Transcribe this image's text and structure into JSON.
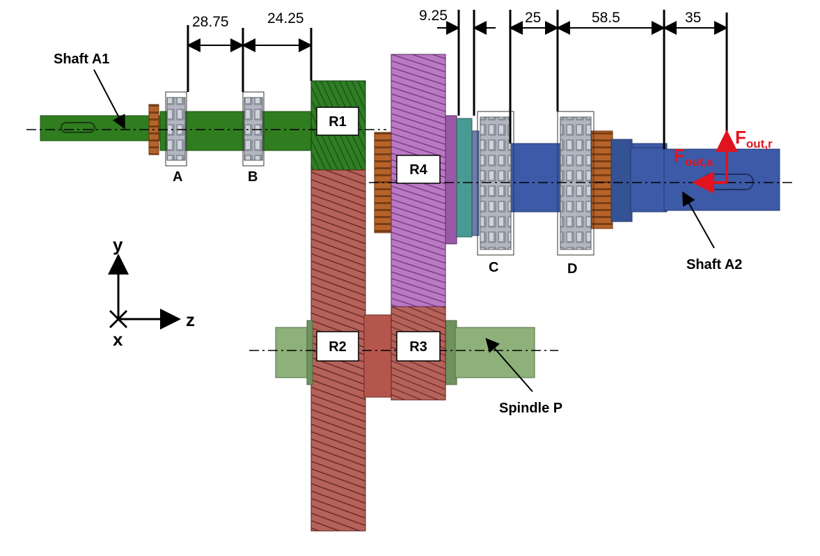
{
  "dimensions": {
    "ab": "28.75",
    "b_r1": "24.25",
    "r4_c": "9.25",
    "c_span": "25",
    "c_d": "58.5",
    "d_out": "35"
  },
  "labels": {
    "shaft_a1": "Shaft A1",
    "shaft_a2": "Shaft A2",
    "spindle_p": "Spindle P",
    "bearing_a": "A",
    "bearing_b": "B",
    "bearing_c": "C",
    "bearing_d": "D"
  },
  "gears": {
    "r1": "R1",
    "r2": "R2",
    "r3": "R3",
    "r4": "R4"
  },
  "forces": {
    "radial_main": "F",
    "radial_sub": "out,r",
    "axial_main": "F",
    "axial_sub": "out,a",
    "color": "#e0141e"
  },
  "axes": {
    "y": "y",
    "z": "z",
    "x": "x"
  },
  "colors": {
    "shaft_a1": "#2f7d1f",
    "gear_r1": "#2e7a24",
    "gear_r2": "#b15a4e",
    "gear_r3": "#b15a4e",
    "gear_r4": "#b56fbf",
    "shaft_a2": "#3d5aa8",
    "spindle": "#8eb07a",
    "bearing": "#a8acb6",
    "nut": "#b6632a"
  }
}
